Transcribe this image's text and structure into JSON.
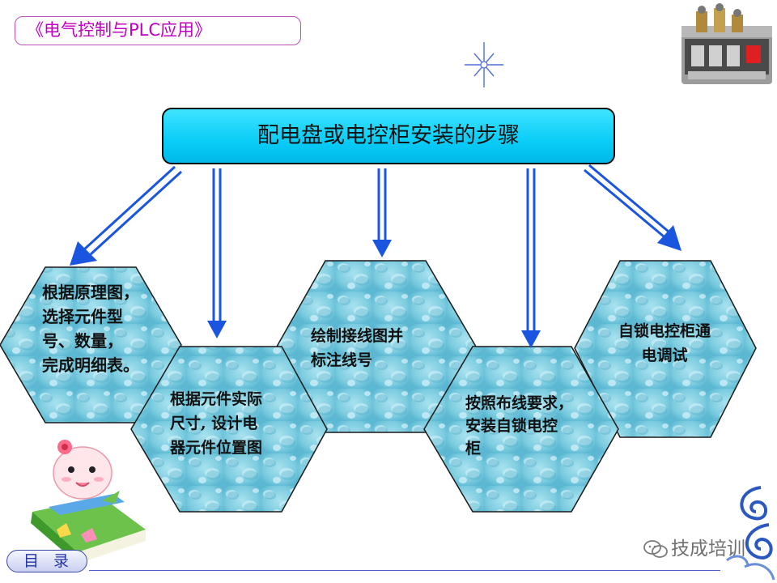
{
  "header": {
    "course_title": "《电气控制与PLC应用》"
  },
  "main": {
    "title": "配电盘或电控柜安装的步骤",
    "steps": [
      {
        "lines": [
          "根据原理图，",
          "选择元件型",
          "号、数量，",
          "完成明细表。"
        ]
      },
      {
        "lines": [
          "根据元件实际",
          "尺寸, 设计电",
          "器元件位置图"
        ]
      },
      {
        "lines": [
          "绘制接线图并",
          "标注线号"
        ]
      },
      {
        "lines": [
          "按照布线要求，",
          "安装自锁电控",
          "柜"
        ]
      },
      {
        "lines": [
          "自锁电控柜通",
          "电调试"
        ]
      }
    ]
  },
  "footer": {
    "toc_label": "目录",
    "watermark": "技成培训"
  },
  "colors": {
    "title_fill": "#09cdf7",
    "arrow": "#1a55e0",
    "hex_fill": "#7ecfe2",
    "course_title": "#c000c0"
  },
  "icons": [
    "sparkle-icon",
    "relay-image",
    "mascot-image",
    "wechat-icon",
    "swirl-ornament"
  ]
}
